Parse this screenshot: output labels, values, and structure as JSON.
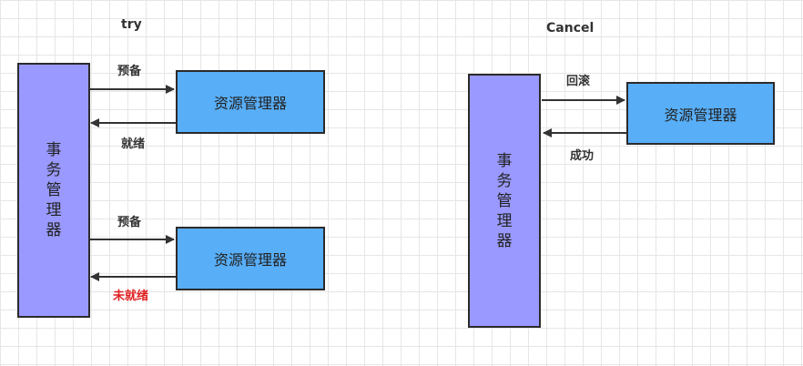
{
  "try": {
    "title": "try",
    "transaction_manager": "事务管理器",
    "resource_manager_1": "资源管理器",
    "resource_manager_2": "资源管理器",
    "label_prepare_1": "预备",
    "label_ready": "就绪",
    "label_prepare_2": "预备",
    "label_not_ready": "未就绪"
  },
  "cancel": {
    "title": "Cancel",
    "transaction_manager": "事务管理器",
    "resource_manager": "资源管理器",
    "label_rollback": "回滚",
    "label_success": "成功"
  },
  "colors": {
    "transaction_manager_fill": "#9999ff",
    "resource_manager_fill": "#58aef7",
    "not_ready_text": "#e02020",
    "arrow": "#333333"
  }
}
